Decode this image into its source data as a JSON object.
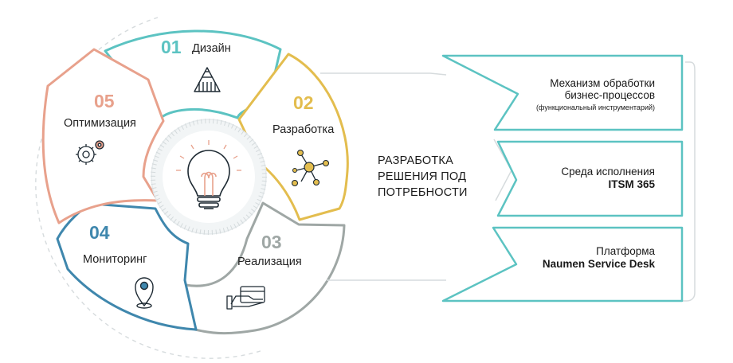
{
  "stages": [
    {
      "number": "01",
      "name": "Дизайн",
      "color": "#5cc3c2",
      "icon": "pencil-ruler-icon"
    },
    {
      "number": "02",
      "name": "Разработка",
      "color": "#e3bd4e",
      "icon": "network-nodes-icon"
    },
    {
      "number": "03",
      "name": "Реализация",
      "color": "#9fa7a5",
      "icon": "hand-card-icon"
    },
    {
      "number": "04",
      "name": "Мониторинг",
      "color": "#3f87ad",
      "icon": "location-pin-icon"
    },
    {
      "number": "05",
      "name": "Оптимизация",
      "color": "#e8a18c",
      "icon": "gears-icon"
    }
  ],
  "center_icon": "lightbulb-icon",
  "center_title": [
    "РАЗРАБОТКА",
    "РЕШЕНИЯ ПОД",
    "ПОТРЕБНОСТИ"
  ],
  "panels": [
    {
      "line1": "Механизм обработки",
      "line2": "бизнес-процессов",
      "note": "(функциональный инструментарий)"
    },
    {
      "line1": "Среда исполнения",
      "bold": "ITSM 365"
    },
    {
      "line1": "Платформа",
      "bold": "Naumen Service Desk"
    }
  ],
  "colors": {
    "teal": "#5cc3c2",
    "gold": "#e3bd4e",
    "grey": "#9fa7a5",
    "blue": "#3f87ad",
    "salmon": "#e8a18c",
    "dashed": "#d6dbdd"
  }
}
